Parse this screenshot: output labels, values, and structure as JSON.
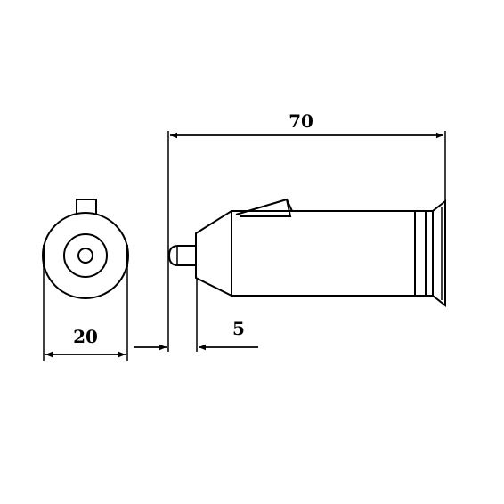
{
  "dimensions": {
    "length_label": "70",
    "diameter_label": "20",
    "pin_label": "5"
  },
  "colors": {
    "ink": "#000000",
    "paper": "#ffffff"
  }
}
